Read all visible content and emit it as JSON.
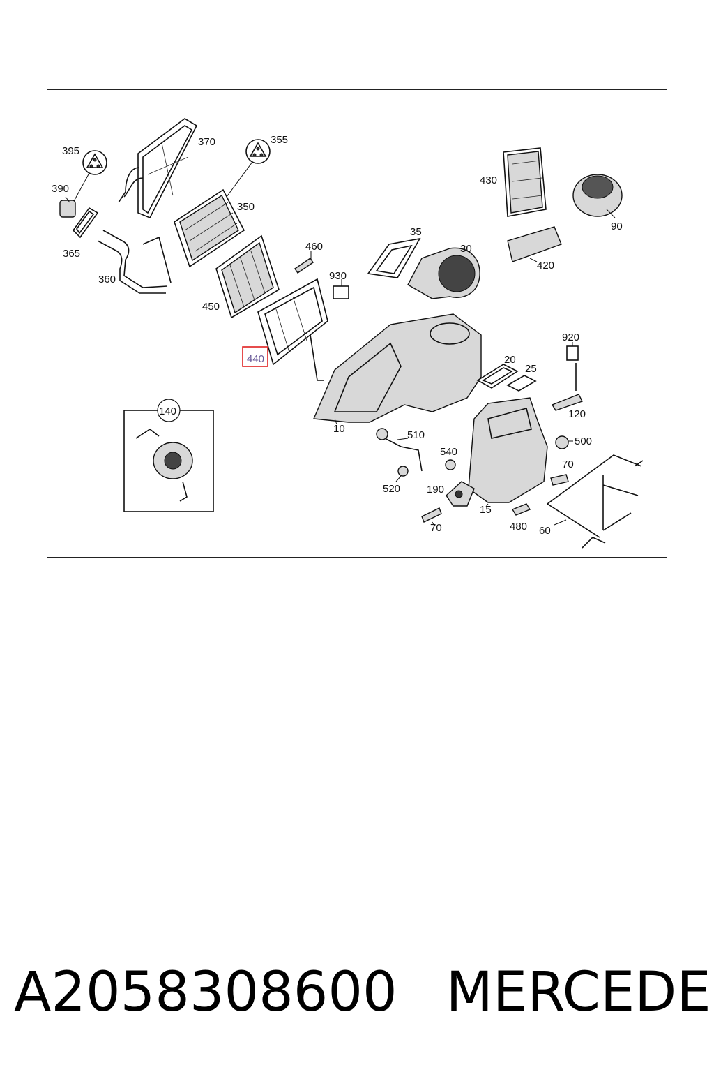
{
  "diagram": {
    "part_labels": {
      "p395": "395",
      "p370": "370",
      "p355": "355",
      "p390": "390",
      "p350": "350",
      "p365": "365",
      "p360": "360",
      "p450": "450",
      "p460": "460",
      "p930": "930",
      "p440": "440",
      "p35": "35",
      "p30": "30",
      "p430": "430",
      "p90": "90",
      "p420": "420",
      "p920": "920",
      "p20": "20",
      "p25": "25",
      "p120": "120",
      "p140": "140",
      "p10": "10",
      "p510": "510",
      "p540": "540",
      "p500": "500",
      "p70a": "70",
      "p520": "520",
      "p190": "190",
      "p15": "15",
      "p70b": "70",
      "p480": "480",
      "p60": "60"
    },
    "highlighted_part": "440",
    "highlight_color": "#e02020"
  },
  "caption": {
    "part_number": "A2058308600",
    "brand": "MERCEDES"
  }
}
